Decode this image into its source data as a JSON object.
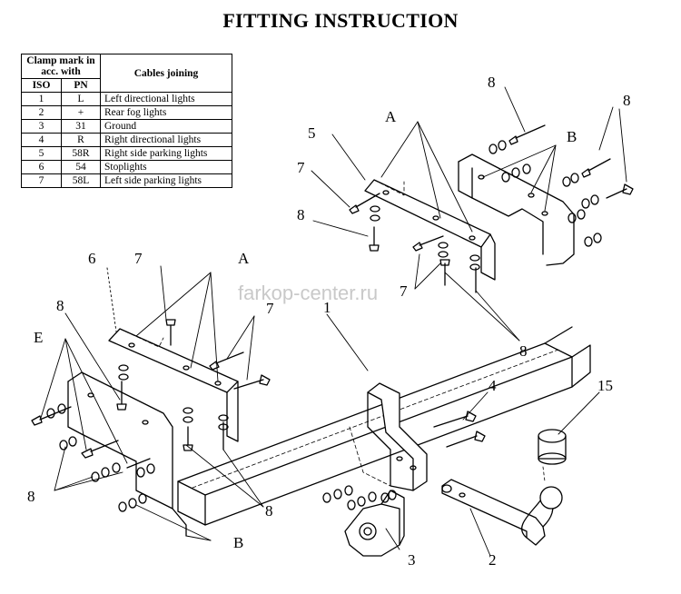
{
  "title": "FITTING INSTRUCTION",
  "table": {
    "header_clamp": "Clamp mark in acc. with",
    "header_iso": "ISO",
    "header_pn": "PN",
    "header_cables": "Cables joining",
    "rows": [
      {
        "iso": "1",
        "pn": "L",
        "cable": "Left directional lights"
      },
      {
        "iso": "2",
        "pn": "+",
        "cable": "Rear fog lights"
      },
      {
        "iso": "3",
        "pn": "31",
        "cable": "Ground"
      },
      {
        "iso": "4",
        "pn": "R",
        "cable": "Right directional lights"
      },
      {
        "iso": "5",
        "pn": "58R",
        "cable": "Right side parking lights"
      },
      {
        "iso": "6",
        "pn": "54",
        "cable": "Stoplights"
      },
      {
        "iso": "7",
        "pn": "58L",
        "cable": "Left side parking lights"
      }
    ]
  },
  "watermark": "farkop-center.ru",
  "labels": {
    "n1": "1",
    "n2": "2",
    "n3": "3",
    "n4": "4",
    "n5": "5",
    "n6": "6",
    "n7": "7",
    "n8": "8",
    "n15": "15",
    "a": "A",
    "b": "B",
    "e": "E"
  },
  "colors": {
    "line": "#000000",
    "watermark": "#c9c9c9",
    "background": "#ffffff"
  }
}
